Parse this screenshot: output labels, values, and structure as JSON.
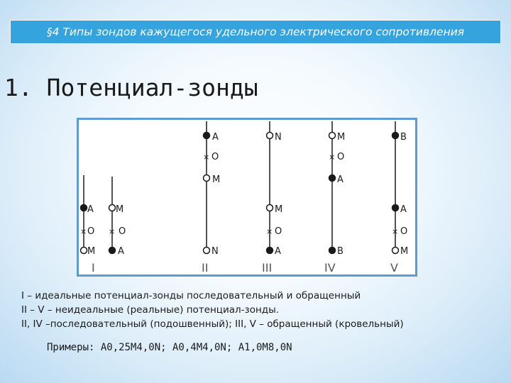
{
  "header": {
    "title": "§4 Типы зондов кажущегося удельного электрического сопротивления"
  },
  "section_title": "1. Потенциал-зонды",
  "colors": {
    "header_bg": "#35a3de",
    "diagram_border": "#5d9bd1",
    "line": "#1a1a1a"
  },
  "diagram": {
    "columns": [
      {
        "roman": "I",
        "top": "A",
        "middle": "O",
        "bottom": "M",
        "top_filled": true,
        "bottom_filled": false
      },
      {
        "roman": "I",
        "top": "M",
        "middle": "O",
        "bottom": "A",
        "top_filled": false,
        "bottom_filled": true
      },
      {
        "roman": "II",
        "upper": "A",
        "middle": "O",
        "lower": "M",
        "bottom": "N",
        "upper_filled": true,
        "lower_filled": false,
        "bottom_filled": false
      },
      {
        "roman": "III",
        "upper": "N",
        "middle": "O",
        "lower": "M",
        "bottom": "A",
        "upper_filled": false,
        "lower_filled": false,
        "bottom_filled": true
      },
      {
        "roman": "IV",
        "upper": "M",
        "middle": "O",
        "lower": "A",
        "bottom": "B",
        "upper_filled": false,
        "lower_filled": true,
        "bottom_filled": true
      },
      {
        "roman": "V",
        "upper": "B",
        "middle": "O",
        "lower": "A",
        "bottom": "M",
        "upper_filled": true,
        "lower_filled": true,
        "bottom_filled": false
      }
    ],
    "roman_labels": [
      "I",
      "II",
      "III",
      "IV",
      "V"
    ]
  },
  "notes": [
    "I – идеальные потенциал-зонды последовательный и обращенный",
    "II – V – неидеальные (реальные) потенциал-зонды.",
    "II, IV –последовательный (подошвенный); III, V – обращенный (кровельный)"
  ],
  "examples": "Примеры: A0,25M4,0N; A0,4M4,0N; A1,0M8,0N"
}
